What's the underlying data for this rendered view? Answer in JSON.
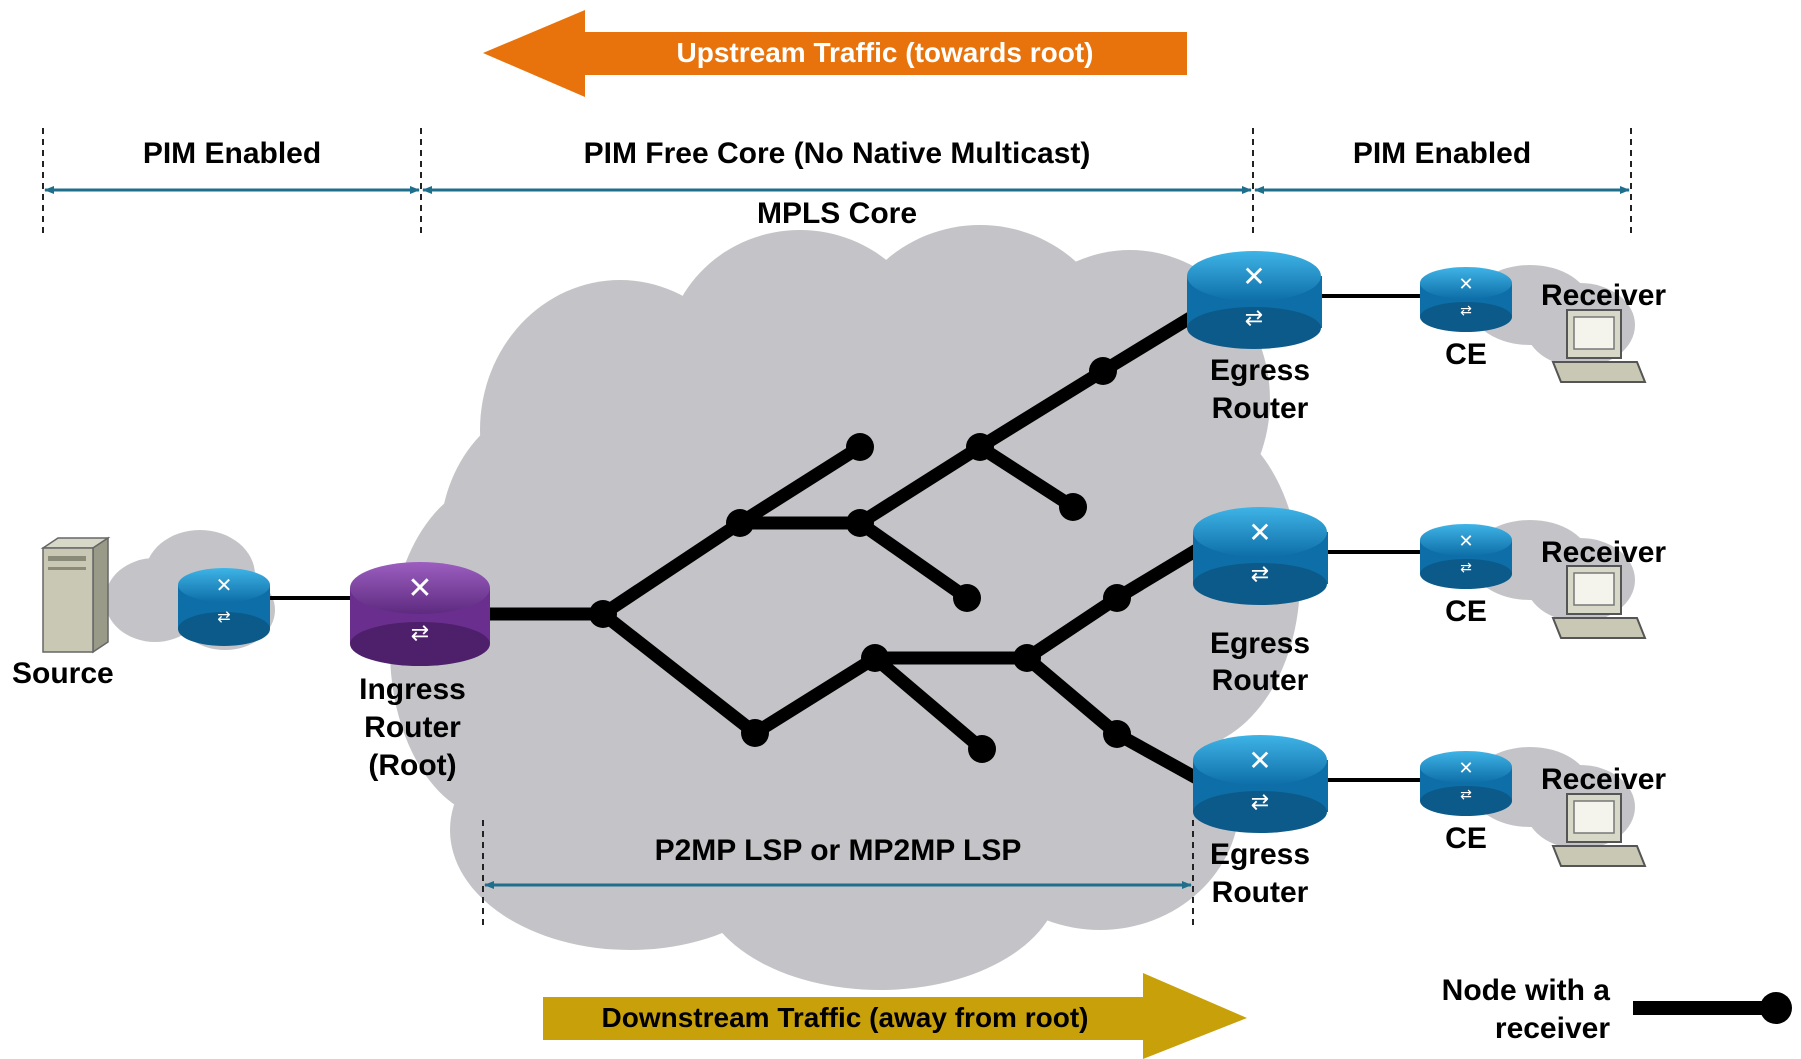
{
  "arrows": {
    "upstream": {
      "label": "Upstream Traffic (towards root)",
      "color": "#E8730C"
    },
    "downstream": {
      "label": "Downstream Traffic (away from root)",
      "color": "#C8A00A"
    }
  },
  "zones": {
    "left": "PIM Enabled",
    "core": "PIM Free Core (No Native Multicast)",
    "right": "PIM Enabled",
    "core_sub": "MPLS Core",
    "dimension_color": "#1F6E8C"
  },
  "lsp_label": "P2MP LSP or MP2MP LSP",
  "source": {
    "label": "Source"
  },
  "ingress": {
    "line1": "Ingress",
    "line2": "Router",
    "line3": "(Root)",
    "color": "#7B3F9E"
  },
  "egress": [
    {
      "line1": "Egress",
      "line2": "Router"
    },
    {
      "line1": "Egress",
      "line2": "Router"
    },
    {
      "line1": "Egress",
      "line2": "Router"
    }
  ],
  "ce_label": "CE",
  "receiver_label": "Receiver",
  "legend": {
    "line1": "Node with a",
    "line2": "receiver"
  },
  "colors": {
    "cloud": "#C4C4C8",
    "router": "#1E8FC8",
    "tree": "#000000"
  }
}
